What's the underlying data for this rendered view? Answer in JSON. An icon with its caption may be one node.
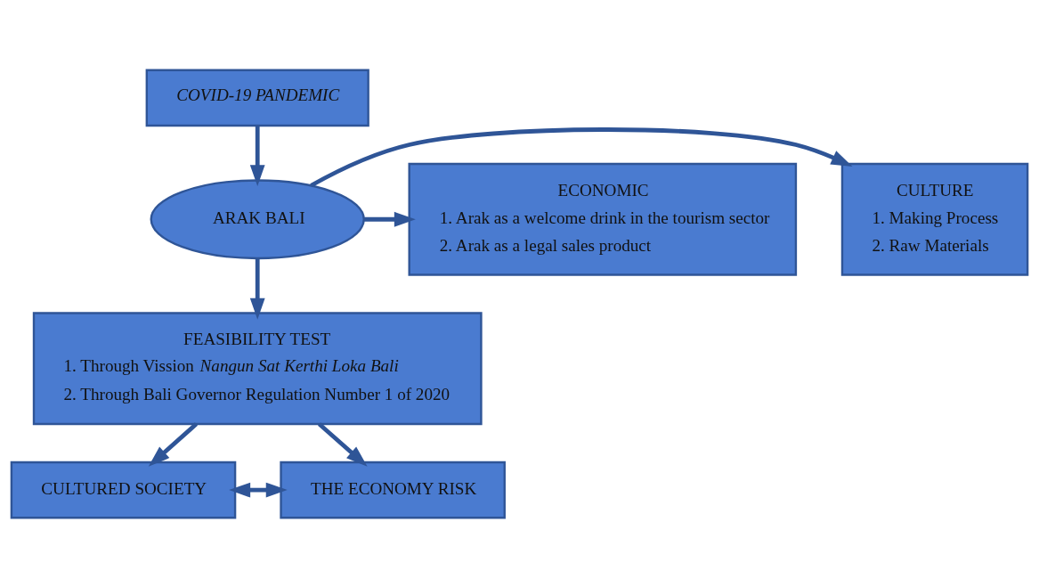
{
  "diagram": {
    "nodes": [
      {
        "text": [
          "COVID-19 PANDEMIC"
        ]
      },
      {
        "text": [
          "CULTURE",
          "1. Making Process",
          "2. Raw Materials"
        ]
      },
      {
        "text": [
          "ARAK BALI"
        ]
      },
      {
        "text": [
          "ECONOMIC",
          "1. Arak as a welcome drink in the tourism sector",
          "2. Arak as a legal sales product"
        ]
      },
      {
        "text": [
          "FEASIBILITY TEST",
          "1. Through Vission *Nangun Sat Kerthi Loka Bali*",
          "2. Through Bali Governor Regulation Number 1 of 2020"
        ]
      },
      {
        "text": [
          "CULTURED SOCIETY"
        ]
      },
      {
        "text": [
          "THE ECONOMY RISK"
        ]
      }
    ],
    "edges": [
      {
        "from": 0,
        "to": 2,
        "arrow": "to"
      },
      {
        "from": 2,
        "to": 1,
        "arrow": "to"
      },
      {
        "from": 2,
        "to": 3,
        "arrow": "to"
      },
      {
        "from": 2,
        "to": 4,
        "arrow": "to"
      },
      {
        "from": 4,
        "to": 5,
        "arrow": "to"
      },
      {
        "from": 4,
        "to": 6,
        "arrow": "to"
      },
      {
        "from": 5,
        "to": 6,
        "arrow": "both"
      }
    ]
  }
}
